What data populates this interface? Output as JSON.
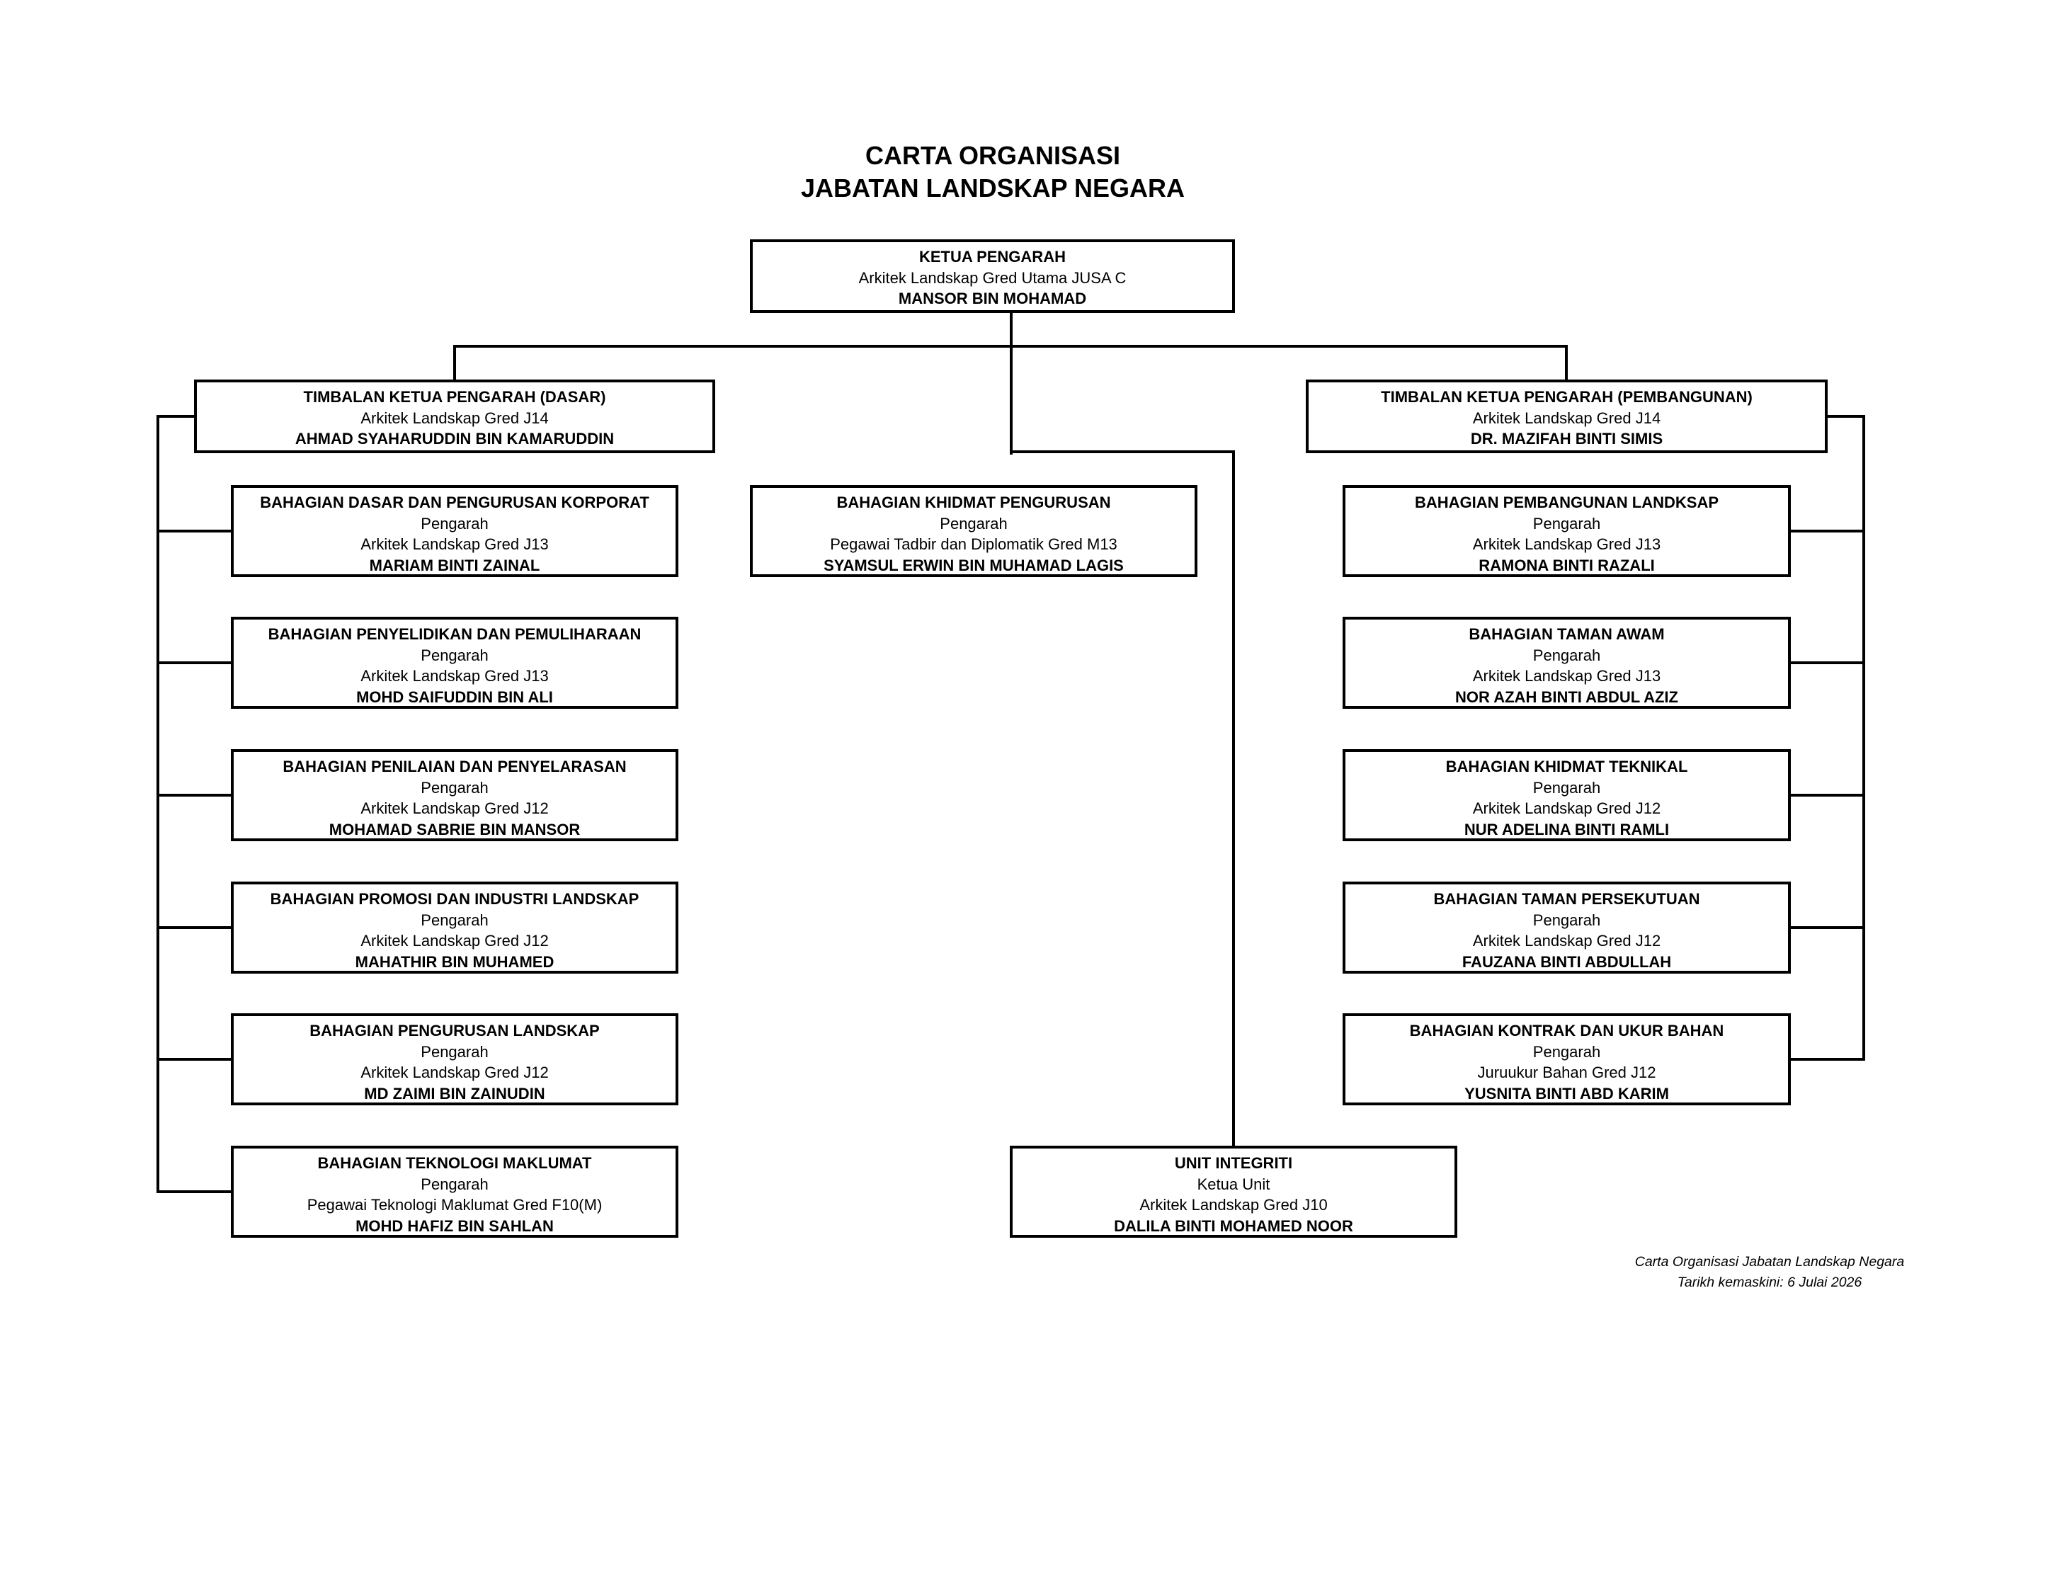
{
  "title": {
    "line1": "CARTA ORGANISASI",
    "line2": "JABATAN LANDSKAP NEGARA"
  },
  "director": {
    "title": "KETUA PENGARAH",
    "grade": "Arkitek Landskap Gred Utama JUSA C",
    "name": "MANSOR BIN MOHAMAD"
  },
  "deputies": [
    {
      "title": "TIMBALAN KETUA PENGARAH (DASAR)",
      "grade": "Arkitek Landskap Gred J14",
      "name": "AHMAD SYAHARUDDIN BIN KAMARUDDIN"
    },
    {
      "title": "TIMBALAN KETUA PENGARAH (PEMBANGUNAN)",
      "grade": "Arkitek Landskap Gred J14",
      "name": "DR. MAZIFAH BINTI SIMIS"
    }
  ],
  "left_divisions": [
    {
      "title": "BAHAGIAN DASAR DAN PENGURUSAN KORPORAT",
      "role": "Pengarah",
      "grade": "Arkitek Landskap Gred J13",
      "name": "MARIAM BINTI ZAINAL"
    },
    {
      "title": "BAHAGIAN PENYELIDIKAN DAN PEMULIHARAAN",
      "role": "Pengarah",
      "grade": "Arkitek Landskap Gred J13",
      "name": "MOHD SAIFUDDIN BIN ALI"
    },
    {
      "title": "BAHAGIAN PENILAIAN DAN PENYELARASAN",
      "role": "Pengarah",
      "grade": "Arkitek Landskap Gred J12",
      "name": "MOHAMAD SABRIE BIN MANSOR"
    },
    {
      "title": "BAHAGIAN PROMOSI DAN INDUSTRI LANDSKAP",
      "role": "Pengarah",
      "grade": "Arkitek Landskap Gred J12",
      "name": "MAHATHIR BIN MUHAMED"
    },
    {
      "title": "BAHAGIAN PENGURUSAN LANDSKAP",
      "role": "Pengarah",
      "grade": "Arkitek Landskap Gred J12",
      "name": "MD ZAIMI BIN ZAINUDIN"
    },
    {
      "title": "BAHAGIAN TEKNOLOGI MAKLUMAT",
      "role": "Pengarah",
      "grade": "Pegawai Teknologi Maklumat Gred F10(M)",
      "name": "MOHD HAFIZ BIN SAHLAN"
    }
  ],
  "center_divisions": [
    {
      "title": "BAHAGIAN KHIDMAT PENGURUSAN",
      "role": "Pengarah",
      "grade": "Pegawai Tadbir dan Diplomatik Gred M13",
      "name": "SYAMSUL ERWIN BIN MUHAMAD LAGIS"
    },
    {
      "title": "UNIT INTEGRITI",
      "role": "Ketua Unit",
      "grade": "Arkitek Landskap Gred J10",
      "name": "DALILA BINTI MOHAMED NOOR"
    }
  ],
  "right_divisions": [
    {
      "title": "BAHAGIAN PEMBANGUNAN LANDKSAP",
      "role": "Pengarah",
      "grade": "Arkitek Landskap Gred J13",
      "name": "RAMONA BINTI RAZALI"
    },
    {
      "title": "BAHAGIAN TAMAN AWAM",
      "role": "Pengarah",
      "grade": "Arkitek Landskap Gred J13",
      "name": "NOR AZAH BINTI ABDUL AZIZ"
    },
    {
      "title": "BAHAGIAN KHIDMAT TEKNIKAL",
      "role": "Pengarah",
      "grade": "Arkitek Landskap Gred J12",
      "name": "NUR ADELINA BINTI RAMLI"
    },
    {
      "title": "BAHAGIAN TAMAN PERSEKUTUAN",
      "role": "Pengarah",
      "grade": "Arkitek Landskap Gred J12",
      "name": "FAUZANA BINTI ABDULLAH"
    },
    {
      "title": "BAHAGIAN KONTRAK DAN UKUR BAHAN",
      "role": "Pengarah",
      "grade": "Juruukur Bahan Gred J12",
      "name": "YUSNITA BINTI ABD KARIM"
    }
  ],
  "footer": {
    "line1": "Carta Organisasi Jabatan Landskap Negara",
    "line2": "Tarikh kemaskini: 6 Julai 2026"
  }
}
